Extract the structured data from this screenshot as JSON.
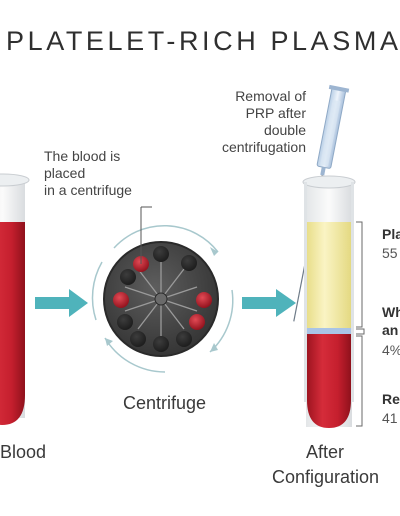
{
  "title": "PLATELET-RICH PLASMA",
  "callouts": {
    "centrifuge_step": [
      "The blood is",
      "placed",
      "in a centrifuge"
    ],
    "removal_step": [
      "Removal of",
      "PRP after",
      "double",
      "centrifugation"
    ]
  },
  "labels": {
    "blood": "Blood",
    "centrifuge": "Centrifuge",
    "after_line1": "After",
    "after_line2": "Configuration"
  },
  "layers": [
    {
      "title": "Pla",
      "percent": "55"
    },
    {
      "title": "Wh",
      "title2": "an",
      "percent": "4%"
    },
    {
      "title": "Re",
      "percent": "41"
    }
  ],
  "colors": {
    "blood_red": "#c7212f",
    "plasma_yellow": "#f3ecaa",
    "buffy_blue": "#a9c4e6",
    "arrow_teal": "#4fb3bb",
    "centrifuge_dark": "#4a4a4a"
  }
}
